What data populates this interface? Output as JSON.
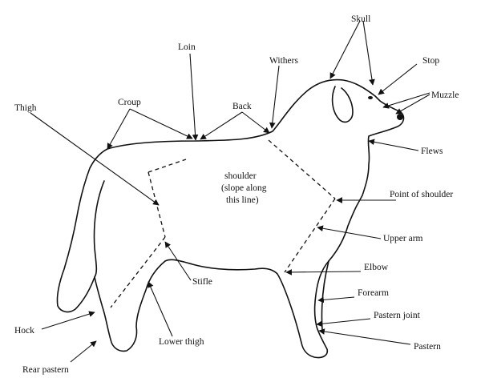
{
  "labels": {
    "skull": "Skull",
    "stop": "Stop",
    "loin": "Loin",
    "withers": "Withers",
    "muzzle": "Muzzle",
    "croup": "Croup",
    "back": "Back",
    "thigh": "Thigh",
    "flews": "Flews",
    "shoulder_1": "shoulder",
    "shoulder_2": "(slope along",
    "shoulder_3": "this line)",
    "point_of_shoulder": "Point of shoulder",
    "upper_arm": "Upper arm",
    "elbow": "Elbow",
    "stifle": "Stifle",
    "forearm": "Forearm",
    "pastern_joint": "Pastern joint",
    "hock": "Hock",
    "lower_thigh": "Lower thigh",
    "pastern": "Pastern",
    "rear_pastern": "Rear pastern"
  },
  "colors": {
    "ink": "#111111",
    "background": "#ffffff"
  }
}
